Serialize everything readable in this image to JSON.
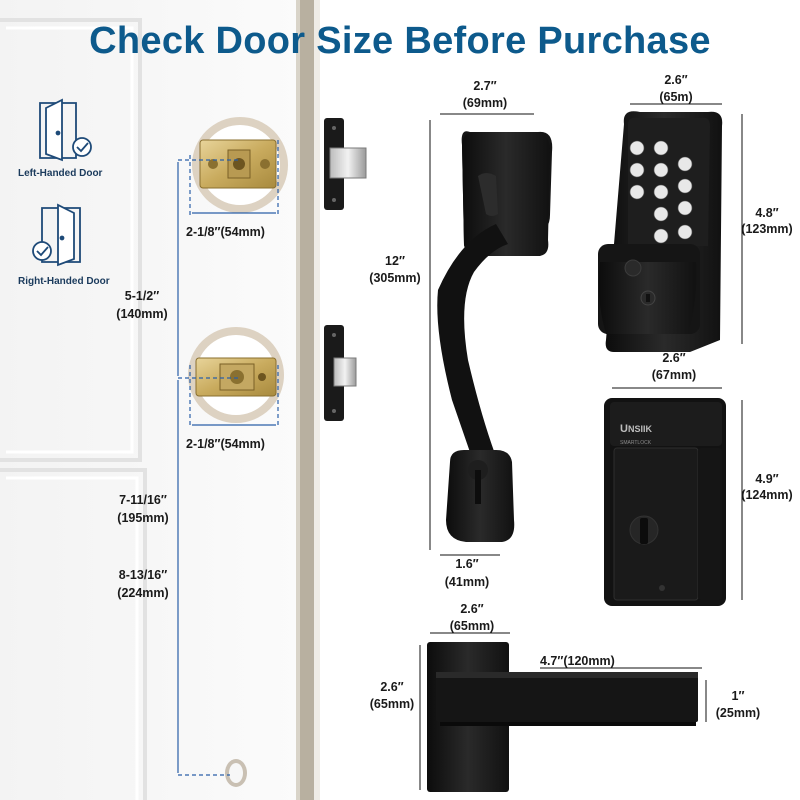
{
  "title": "Check Door Size Before Purchase",
  "door_types": {
    "left": "Left-Handed Door",
    "right": "Right-Handed Door"
  },
  "colors": {
    "title": "#0d5a8c",
    "dimension_line": "#2a5fa8",
    "hardware": "#1b1b1b",
    "door_frame": "#b8b0a0"
  },
  "door": {
    "backset_top": "2-1/8′′(54mm)",
    "backset_bottom": "2-1/8′′(54mm)",
    "spacing_in": "5-1/2′′",
    "spacing_mm": "(140mm)",
    "height_a_in": "7-11/16′′",
    "height_a_mm": "(195mm)",
    "height_b_in": "8-13/16′′",
    "height_b_mm": "(224mm)"
  },
  "handle": {
    "width_in": "2.7′′",
    "width_mm": "(69mm)",
    "height_in": "12′′",
    "height_mm": "(305mm)",
    "base_in": "1.6′′",
    "base_mm": "(41mm)"
  },
  "keypad": {
    "width_in": "2.6′′",
    "width_mm": "(65m)",
    "height_in": "4.8′′",
    "height_mm": "(123mm)"
  },
  "inside_unit": {
    "width_in": "2.6′′",
    "width_mm": "(67mm)",
    "height_in": "4.9′′",
    "height_mm": "(124mm)",
    "brand": "UNSIIK",
    "brand_sub": "SMARTLOCK"
  },
  "lever": {
    "plate_width_in": "2.6′′",
    "plate_width_mm": "(65mm)",
    "plate_height_in": "2.6′′",
    "plate_height_mm": "(65mm)",
    "length": "4.7′′(120mm)",
    "thick_in": "1′′",
    "thick_mm": "(25mm)"
  }
}
